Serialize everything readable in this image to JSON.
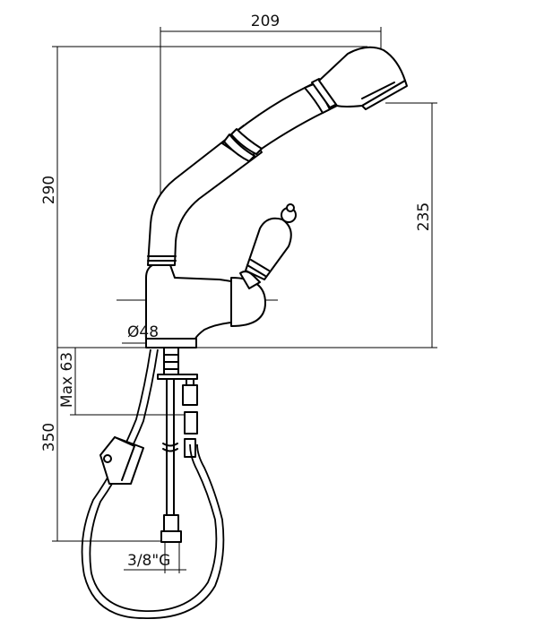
{
  "dimensions": {
    "width_top": "209",
    "height_total": "290",
    "height_spout": "235",
    "base_diameter": "Ø48",
    "max_thickness": "Max 63",
    "hose_length": "350",
    "connection": "3/8\"G"
  }
}
